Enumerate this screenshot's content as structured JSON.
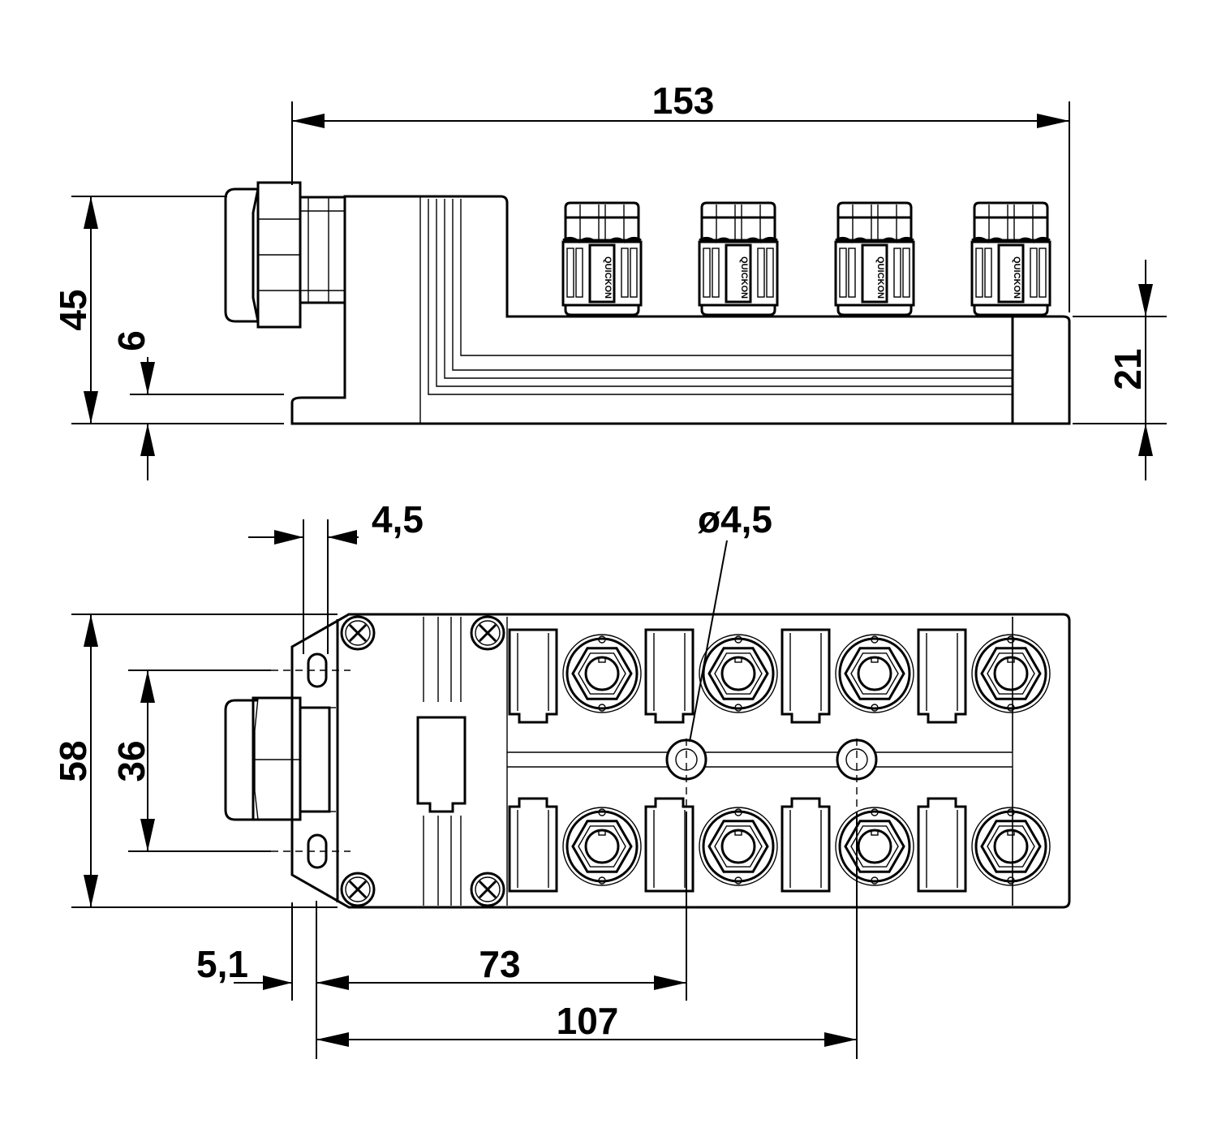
{
  "dimensions": {
    "overall_length": "153",
    "overall_height": "45",
    "base_height": "6",
    "body_height": "21",
    "slot_width": "4,5",
    "hole_diameter": "ø4,5",
    "overall_width": "58",
    "hole_spacing": "36",
    "offset": "5,1",
    "hole1_distance": "73",
    "hole2_distance": "107"
  },
  "connector_brand": "QUICKON",
  "views": [
    "side-view",
    "top-view"
  ]
}
